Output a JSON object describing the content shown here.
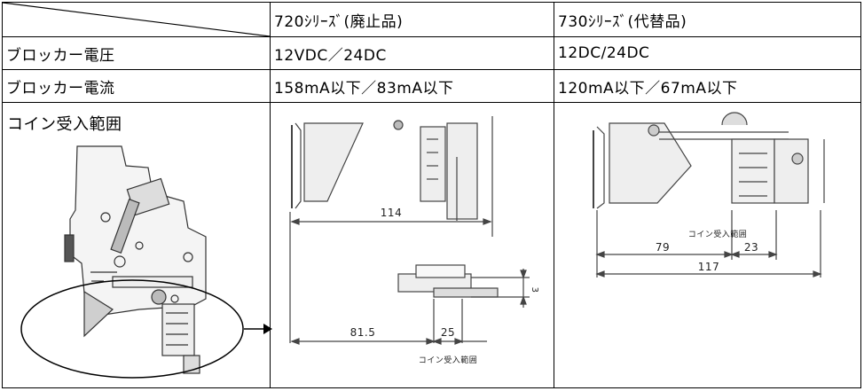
{
  "table": {
    "header": {
      "col1": "720ｼﾘｰｽﾞ(廃止品)",
      "col2": "730ｼﾘｰｽﾞ(代替品)"
    },
    "rows": [
      {
        "label": "ブロッカー電圧",
        "col1": "12VDC／24DC",
        "col2": "12DC/24DC"
      },
      {
        "label": "ブロッカー電流",
        "col1": "158mA以下／83mA以下",
        "col2": "120mA以下／67mA以下"
      }
    ],
    "image_row": {
      "label": "コイン受入範囲",
      "col1_drawing": {
        "dim_total": "114",
        "dim_left": "81.5",
        "dim_range": "25",
        "dim_height": "3",
        "caption": "コイン受入範囲"
      },
      "col2_drawing": {
        "dim_left": "79",
        "dim_range": "23",
        "dim_total": "117",
        "caption": "コイン受入範囲"
      }
    }
  }
}
